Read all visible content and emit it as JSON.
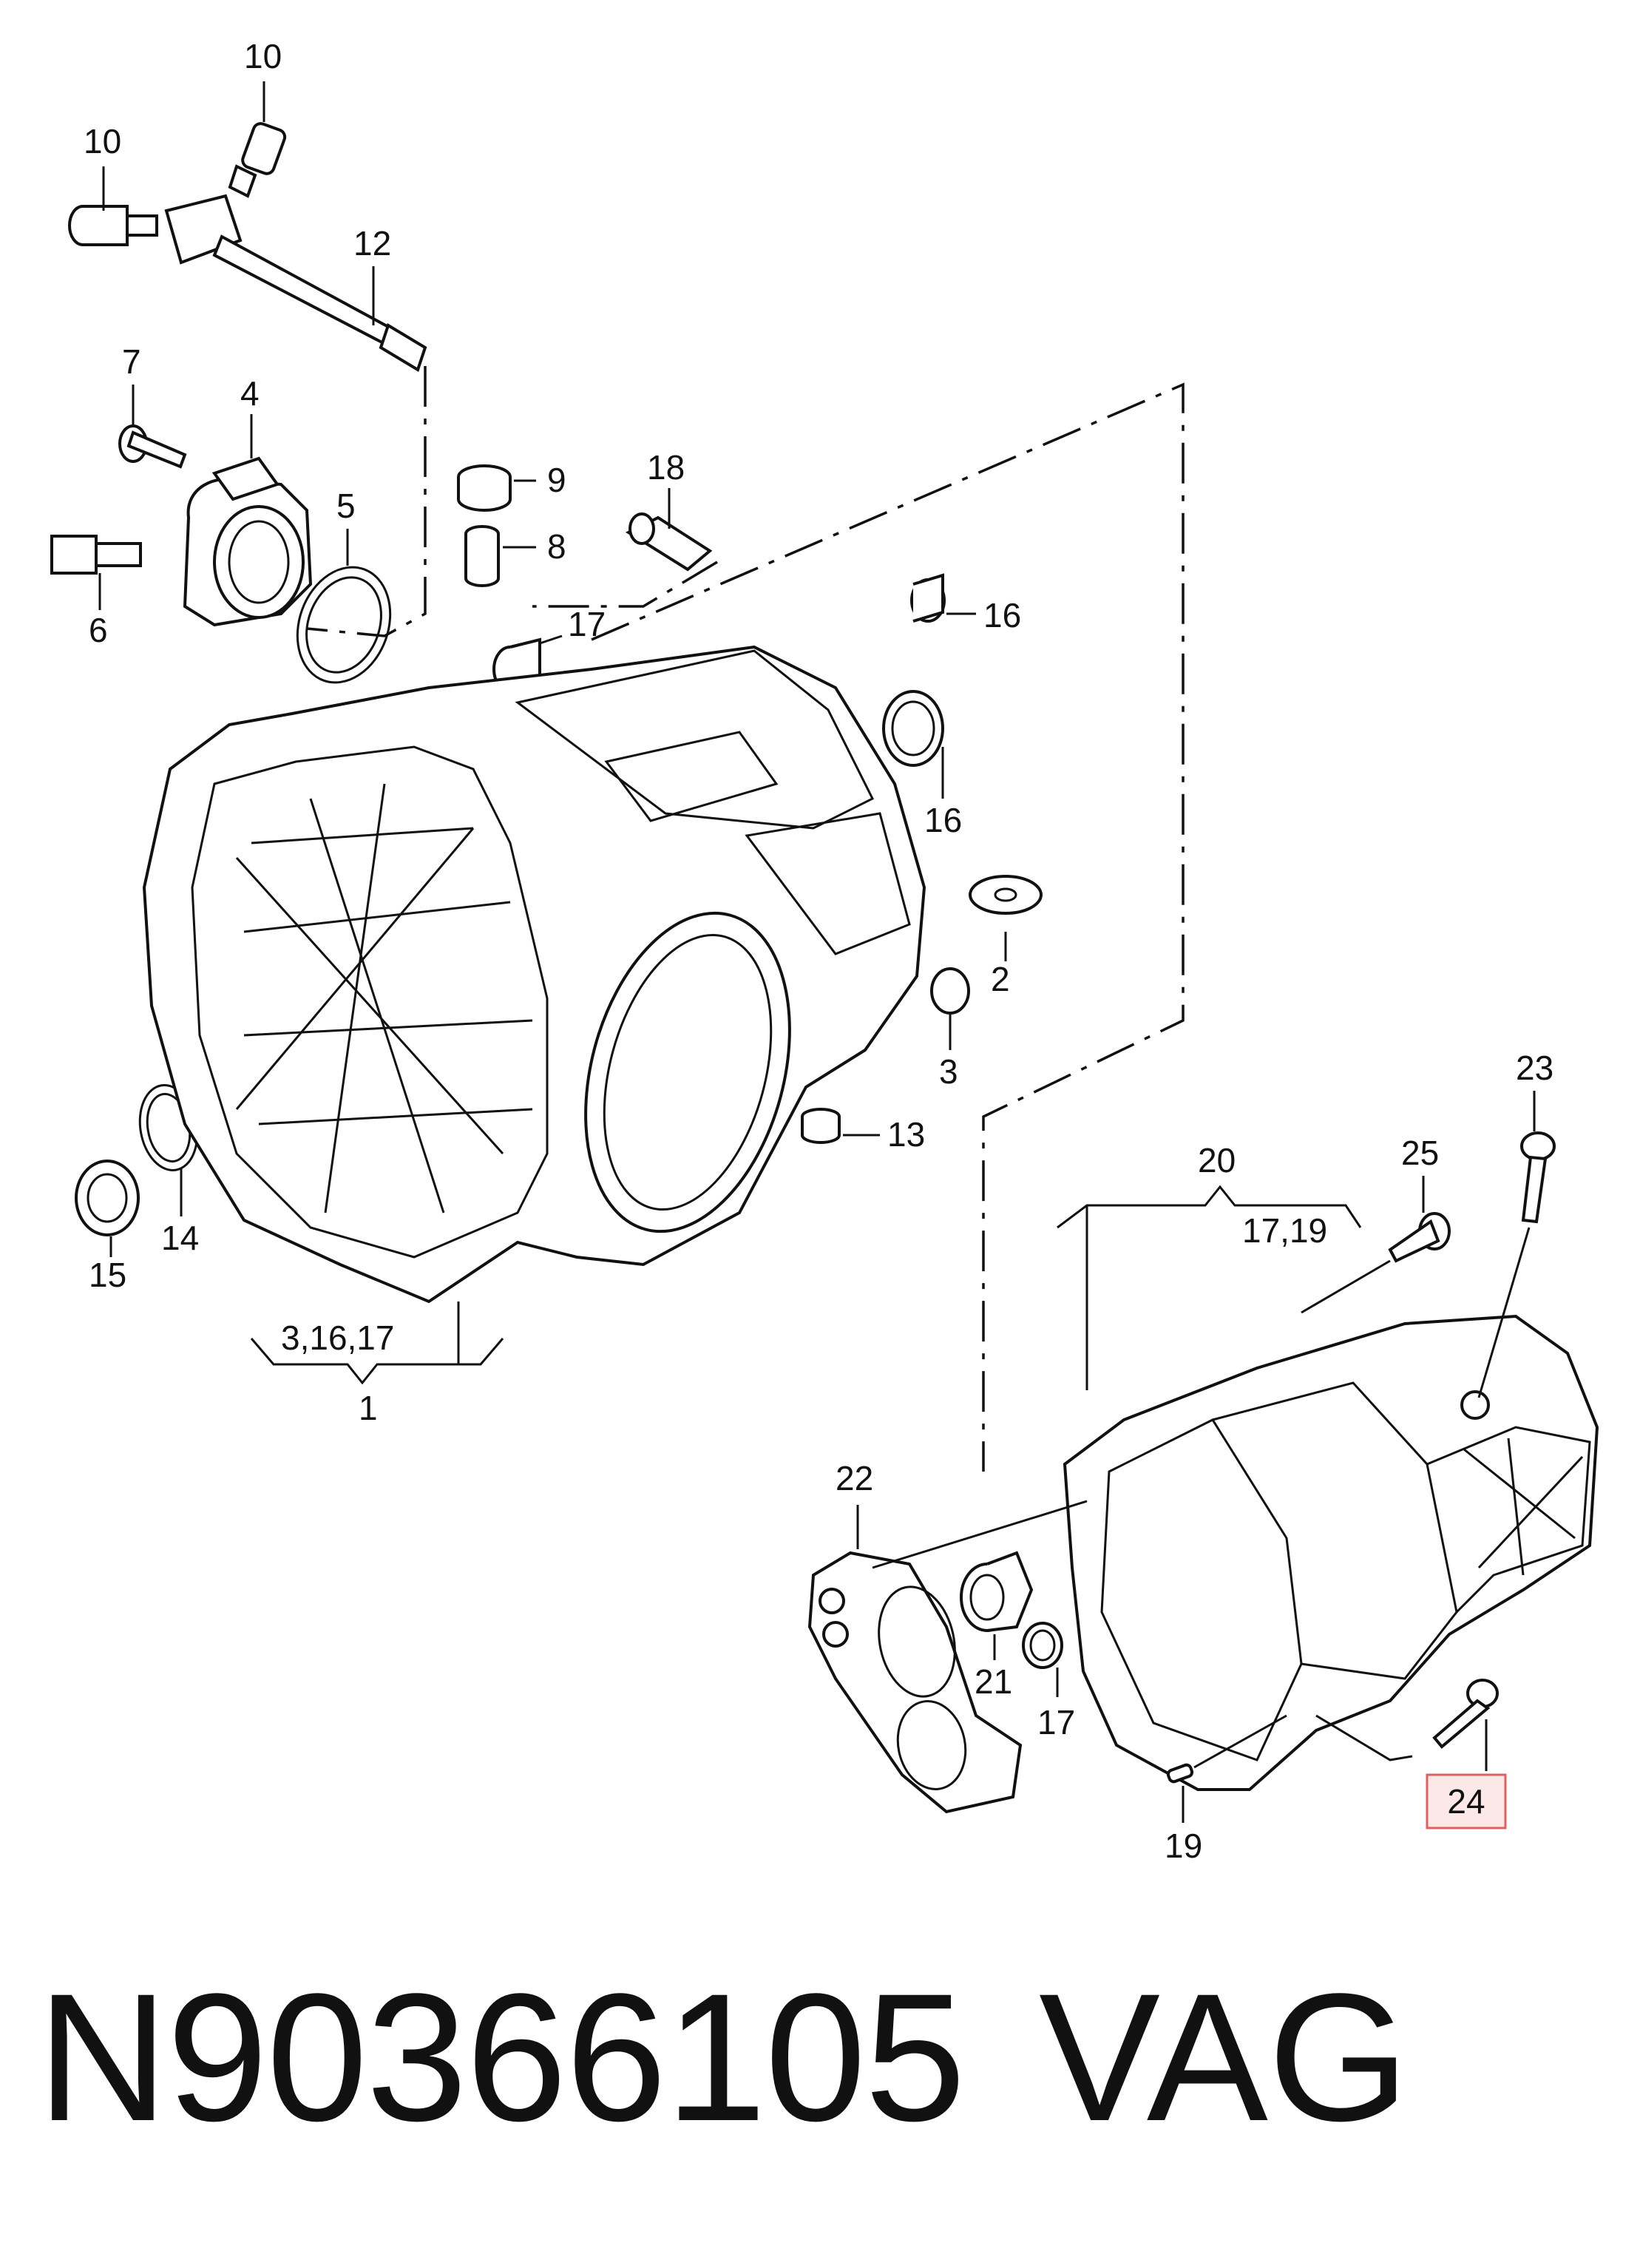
{
  "callouts": [
    {
      "id": "c10a",
      "text": "10"
    },
    {
      "id": "c10b",
      "text": "10"
    },
    {
      "id": "c12",
      "text": "12"
    },
    {
      "id": "c7",
      "text": "7"
    },
    {
      "id": "c4",
      "text": "4"
    },
    {
      "id": "c9",
      "text": "9"
    },
    {
      "id": "c18",
      "text": "18"
    },
    {
      "id": "c5",
      "text": "5"
    },
    {
      "id": "c8",
      "text": "8"
    },
    {
      "id": "c6",
      "text": "6"
    },
    {
      "id": "c17a",
      "text": "17"
    },
    {
      "id": "c16a",
      "text": "16"
    },
    {
      "id": "c16b",
      "text": "16"
    },
    {
      "id": "c2",
      "text": "2"
    },
    {
      "id": "c3",
      "text": "3"
    },
    {
      "id": "c13",
      "text": "13"
    },
    {
      "id": "c15",
      "text": "15"
    },
    {
      "id": "c14",
      "text": "14"
    },
    {
      "id": "c1group",
      "text": "3,16,17"
    },
    {
      "id": "c1",
      "text": "1"
    },
    {
      "id": "c20",
      "text": "20"
    },
    {
      "id": "c20group",
      "text": "17,19"
    },
    {
      "id": "c25",
      "text": "25"
    },
    {
      "id": "c23",
      "text": "23"
    },
    {
      "id": "c22",
      "text": "22"
    },
    {
      "id": "c21",
      "text": "21"
    },
    {
      "id": "c17b",
      "text": "17"
    },
    {
      "id": "c19",
      "text": "19"
    },
    {
      "id": "c24",
      "text": "24"
    }
  ],
  "highlight": {
    "callout": "24",
    "border_color": "#e06060",
    "fill_color": "#fde8e8"
  },
  "part_number": "N90366105",
  "brand": "VAG"
}
